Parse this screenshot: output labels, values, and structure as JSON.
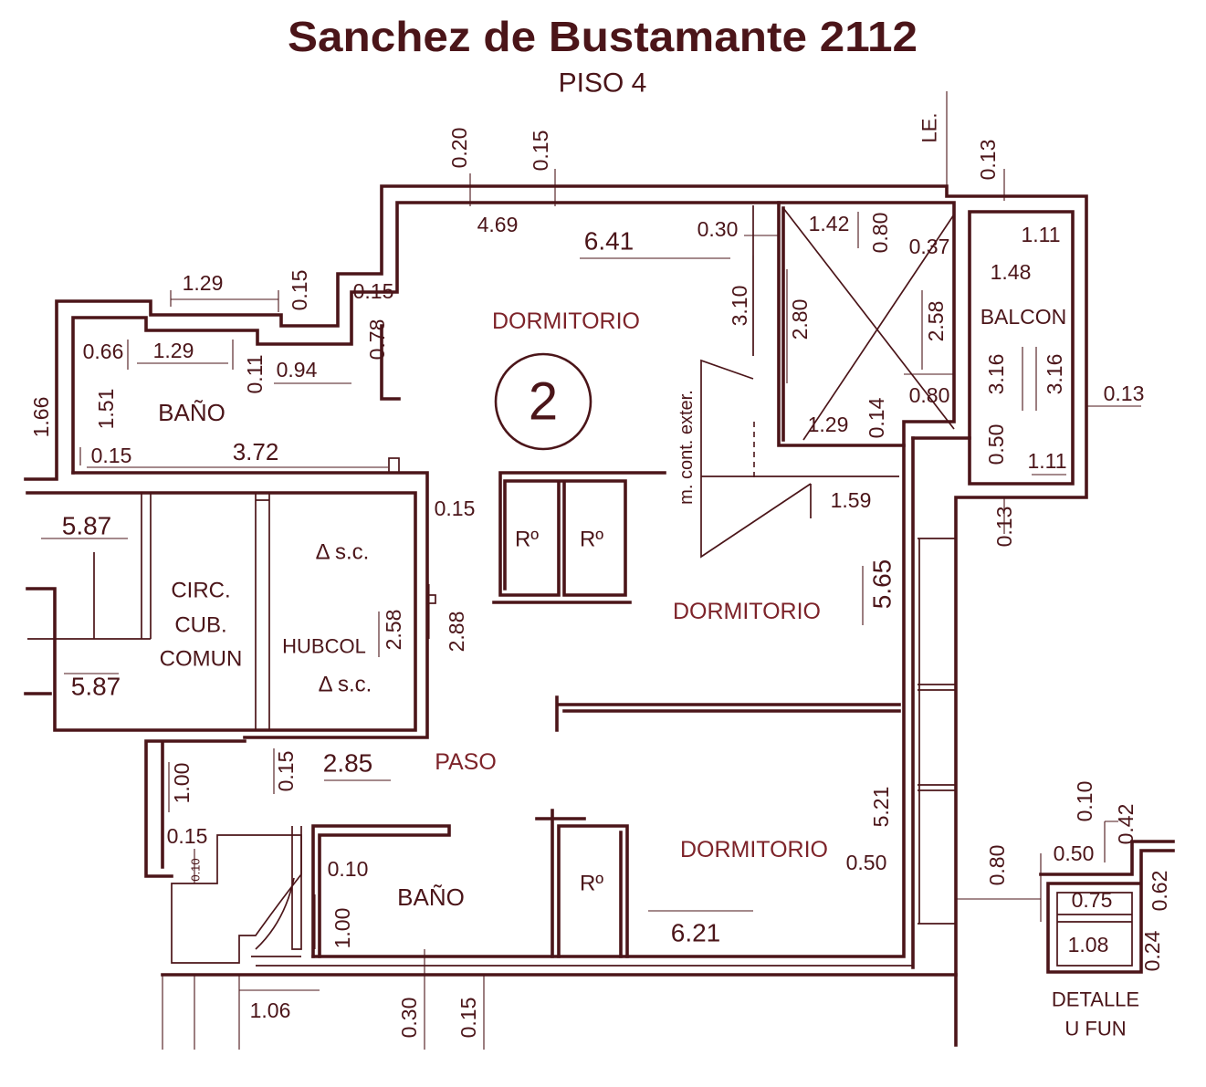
{
  "header": {
    "title": "Sanchez de Bustamante 2112",
    "subtitle": "PISO 4"
  },
  "unit": {
    "number": "2"
  },
  "rooms": {
    "dormitorio_1": "DORMITORIO",
    "bano_1": "BAÑO",
    "circ_line1": "CIRC.",
    "circ_line2": "CUB.",
    "circ_line3": "COMUN",
    "sc_1": "Δ s.c.",
    "hubcol": "HUBCOL",
    "sc_2": "Δ s.c.",
    "closet_1": "Rº",
    "closet_2": "Rº",
    "dormitorio_2": "DORMITORIO",
    "paso": "PASO",
    "bano_2": "BAÑO",
    "closet_3": "Rº",
    "dormitorio_3": "DORMITORIO",
    "balcon": "BALCON"
  },
  "notes": {
    "cont_exter": "m. cont. exter.",
    "le": "LE.",
    "detail_line1": "DETALLE",
    "detail_line2": "U FUN"
  },
  "dimensions": [
    "0.20",
    "0.15",
    "0.13",
    "4.69",
    "6.41",
    "0.30",
    "1.42",
    "0.80",
    "0.37",
    "1.11",
    "1.48",
    "1.29",
    "0.15",
    "0.15",
    "3.10",
    "2.80",
    "2.58",
    "0.78",
    "0.66",
    "1.29",
    "0.94",
    "0.11",
    "3.16",
    "3.16",
    "0.13",
    "0.80",
    "1.51",
    "1.66",
    "0.14",
    "1.29",
    "0.50",
    "3.72",
    "0.15",
    "1.11",
    "1.59",
    "0.15",
    "5.87",
    "0.13",
    "5.65",
    "2.58",
    "2.88",
    "5.87",
    "2.85",
    "0.15",
    "1.00",
    "5.21",
    "0.15",
    "0.50",
    "0.10",
    "0.10",
    "1.00",
    "6.21",
    "1.06",
    "0.30",
    "0.15",
    "0.10",
    "0.42",
    "0.50",
    "0.80",
    "0.62",
    "0.75",
    "1.08",
    "0.24"
  ],
  "colors": {
    "ink": "#4b1519",
    "label": "#7d2329",
    "background": "#ffffff"
  }
}
